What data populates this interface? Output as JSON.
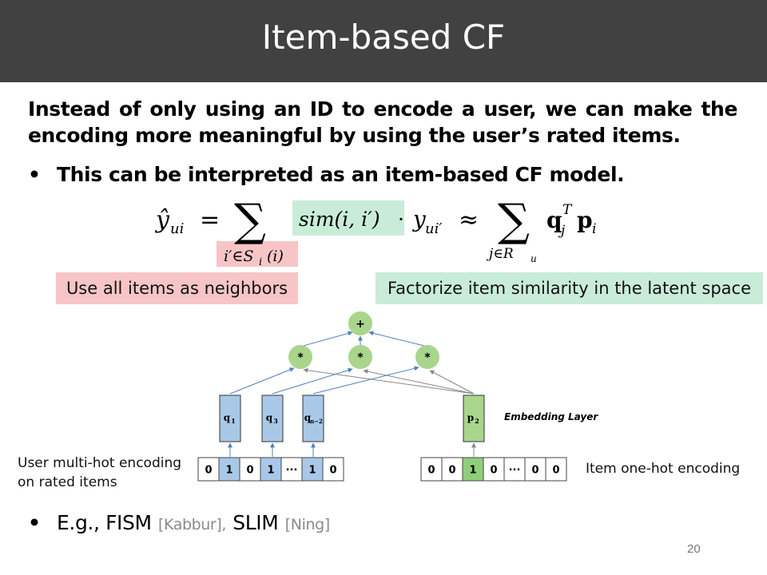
{
  "slide": {
    "title": "Item-based CF",
    "page_number": "20"
  },
  "body": {
    "intro_line1": "Instead of only using an ID to encode a user, we can make the",
    "intro_line2": "encoding more meaningful by using the user’s rated items.",
    "bullet1": "This can be interpreted as an item-based CF model.",
    "bullet2_prefix": "E.g., ",
    "bullet2_fism": "FISM",
    "bullet2_fism_ref": "[Kabbur],",
    "bullet2_slim": "SLIM",
    "bullet2_slim_ref": "[Ning]"
  },
  "formula": {
    "lhs": "ŷ",
    "lhs_sub": "ui",
    "equals": "=",
    "sum": "∑",
    "sub_left": "i′∈S",
    "sub_left_i": "i",
    "sub_left_paren": "(i)",
    "sim": "sim(i, i′)",
    "dot": "·",
    "y": "y",
    "y_sub": "ui′",
    "approx": "≈",
    "sub_right": "j∈R",
    "sub_right_u": "u",
    "q": "q",
    "q_sup": "T",
    "q_sub": "j",
    "p": "p",
    "p_sub": "i"
  },
  "callouts": {
    "left": "Use all items as neighbors",
    "right": "Factorize item similarity in the latent space"
  },
  "diagram": {
    "sum_node": "+",
    "mult_node": "*",
    "embed_user": [
      "q",
      "q",
      "q"
    ],
    "embed_user_subs": [
      "1",
      "3",
      "n−2"
    ],
    "embed_item": "p",
    "embed_item_sub": "2",
    "embedding_layer": "Embedding Layer",
    "user_vector": [
      "0",
      "1",
      "0",
      "1",
      "···",
      "1",
      "0"
    ],
    "item_vector": [
      "0",
      "0",
      "1",
      "0",
      "···",
      "0",
      "0"
    ],
    "user_label_line1": "User multi-hot encoding",
    "user_label_line2": "on rated items",
    "item_label": "Item one-hot encoding"
  },
  "colors": {
    "header_bg": "#414141",
    "pink": "#f7c5c5",
    "green_highlight": "#c9ecd9",
    "node_green": "#a9d58c",
    "embed_blue": "#a9c8e8",
    "embed_green": "#a9d58c",
    "cell_green": "#8fcf7a",
    "cell_blue": "#a9c8e8",
    "arrow_blue": "#4f81bd",
    "arrow_gray": "#888888"
  }
}
